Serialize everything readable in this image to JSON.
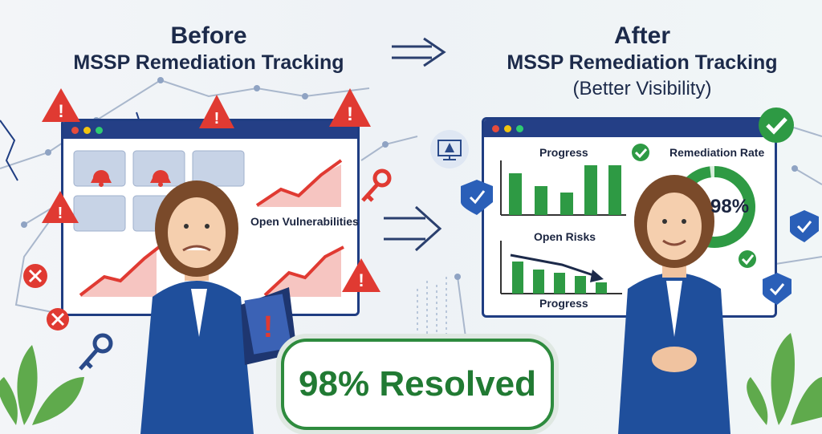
{
  "before": {
    "heading": "Before",
    "subheading": "MSSP Remediation Tracking",
    "chart_label": "Open Vulnerabilities"
  },
  "after": {
    "heading": "After",
    "subheading": "MSSP Remediation Tracking",
    "parenthetical": "(Better Visibility)",
    "progress_label": "Progress",
    "rate_label": "Remediation Rate",
    "rate_value": "98%",
    "rate_fraction": 0.98,
    "risks_label": "Open Risks",
    "progress_label_bottom": "Progress"
  },
  "badge": {
    "text": "98% Resolved"
  },
  "colors": {
    "navy": "#1f3d82",
    "alert_red": "#e03a32",
    "success_green": "#2e8b3e",
    "amber": "#f2b73a"
  },
  "icons": [
    "alert-bell-icon",
    "warning-triangle-icon",
    "error-x-icon",
    "key-icon",
    "shield-check-icon",
    "check-circle-icon",
    "monitor-alert-icon",
    "arrow-right-icon",
    "leaf-icon"
  ]
}
